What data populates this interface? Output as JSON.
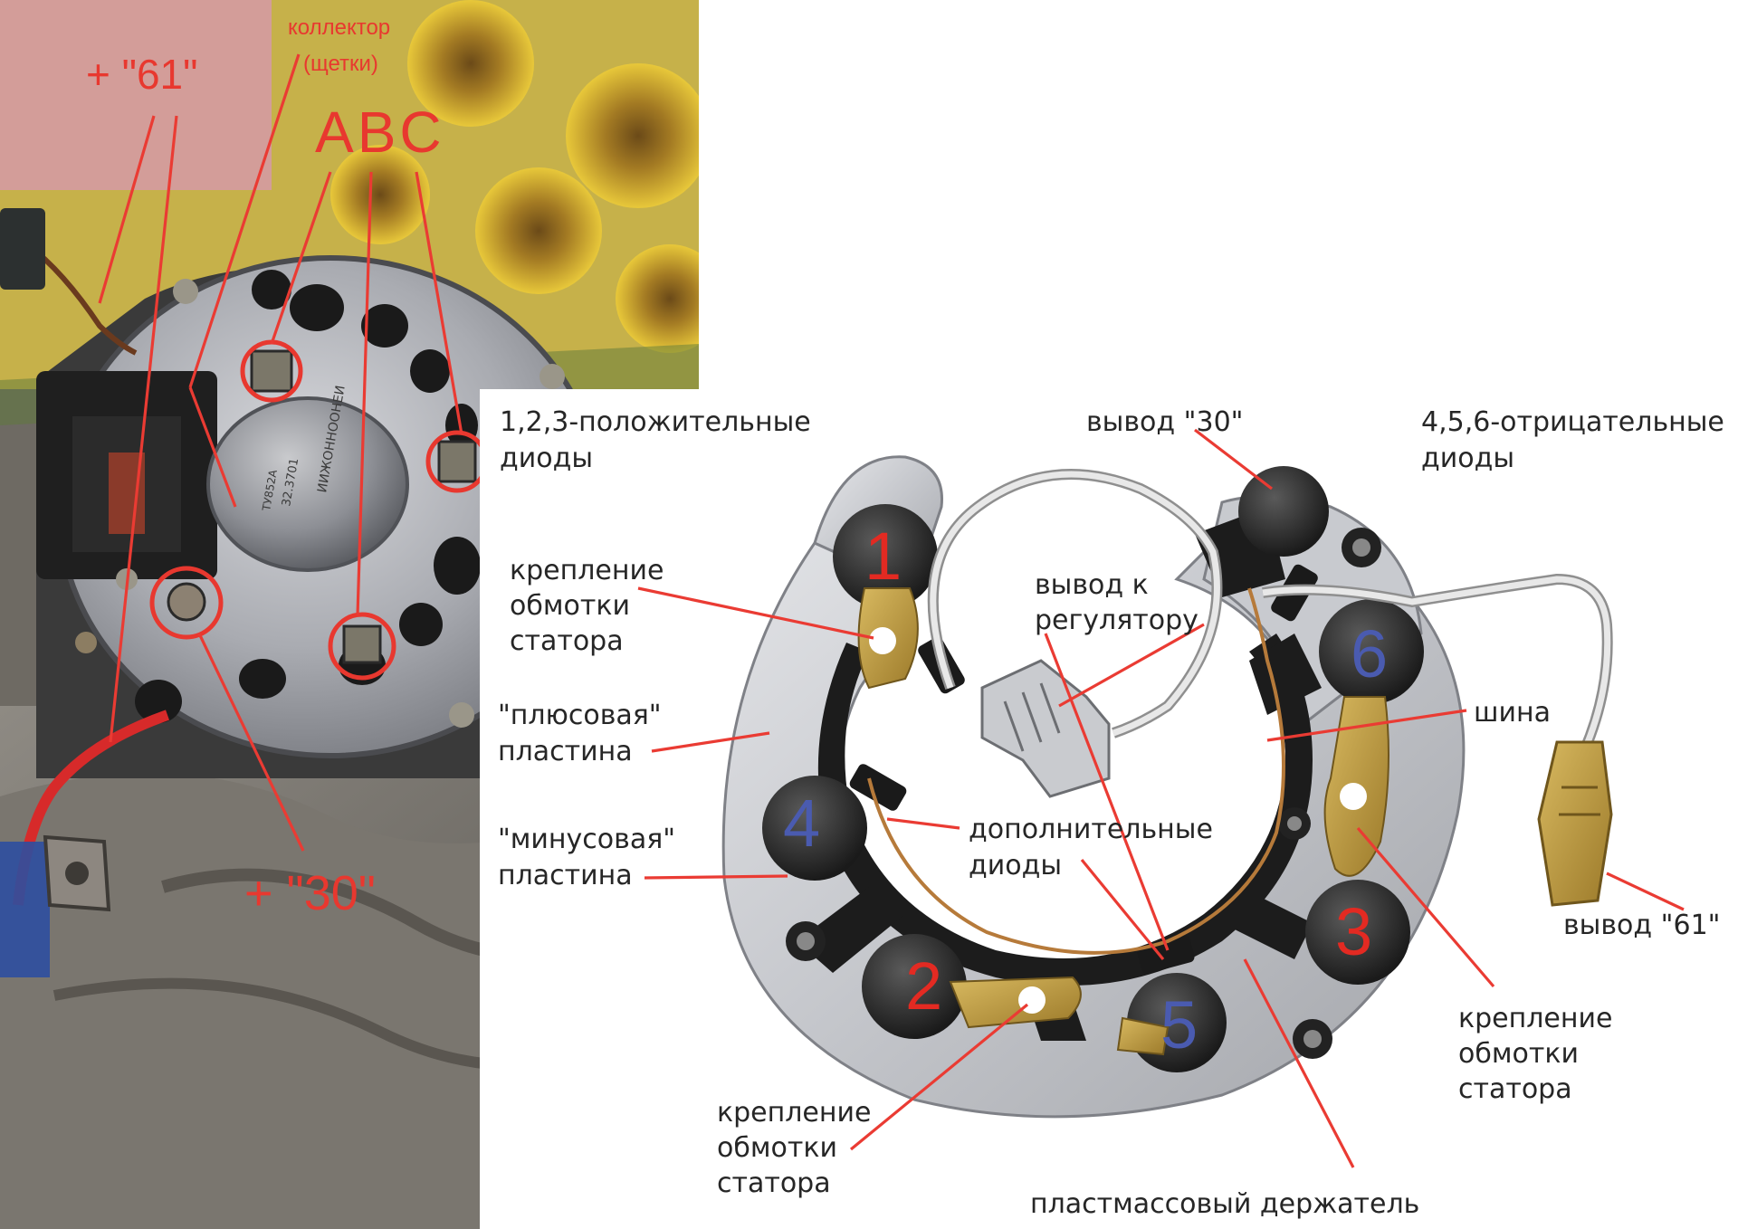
{
  "photo": {
    "labels": {
      "plus61": "+ \"61\"",
      "collector_line1": "коллектор",
      "collector_line2": "(щетки)",
      "abc": "ABC",
      "plus30": "+ \"30\""
    },
    "housing_markings": [
      "ИИЖОННООНЕИ",
      "32.3701",
      "ТУ852А"
    ]
  },
  "diagram": {
    "labels": {
      "positive_diodes_line1": "1,2,3-положительные",
      "positive_diodes_line2": "диоды",
      "out30": "вывод \"30\"",
      "negative_diodes_line1": "4,5,6-отрицательные",
      "negative_diodes_line2": "диоды",
      "stator_mount_top_line1": "крепление",
      "stator_mount_top_line2": "обмотки",
      "stator_mount_top_line3": "статора",
      "to_regulator_line1": "вывод к",
      "to_regulator_line2": "регулятору",
      "plus_plate_line1": "\"плюсовая\"",
      "plus_plate_line2": "пластина",
      "bus": "шина",
      "minus_plate_line1": "\"минусовая\"",
      "minus_plate_line2": "пластина",
      "extra_diodes_line1": "дополнительные",
      "extra_diodes_line2": "диоды",
      "out61": "вывод \"61\"",
      "stator_mount_right_line1": "крепление",
      "stator_mount_right_line2": "обмотки",
      "stator_mount_right_line3": "статора",
      "stator_mount_bottom_line1": "крепление",
      "stator_mount_bottom_line2": "обмотки",
      "stator_mount_bottom_line3": "статора",
      "plastic_holder": "пластмассовый держатель"
    },
    "diode_numbers": {
      "d1": "1",
      "d2": "2",
      "d3": "3",
      "d4": "4",
      "d5": "5",
      "d6": "6"
    }
  },
  "colors": {
    "label_red": "#e8382f",
    "number_red": "#e32a22",
    "number_blue": "#4a5bb0",
    "text_dark": "#262626"
  }
}
